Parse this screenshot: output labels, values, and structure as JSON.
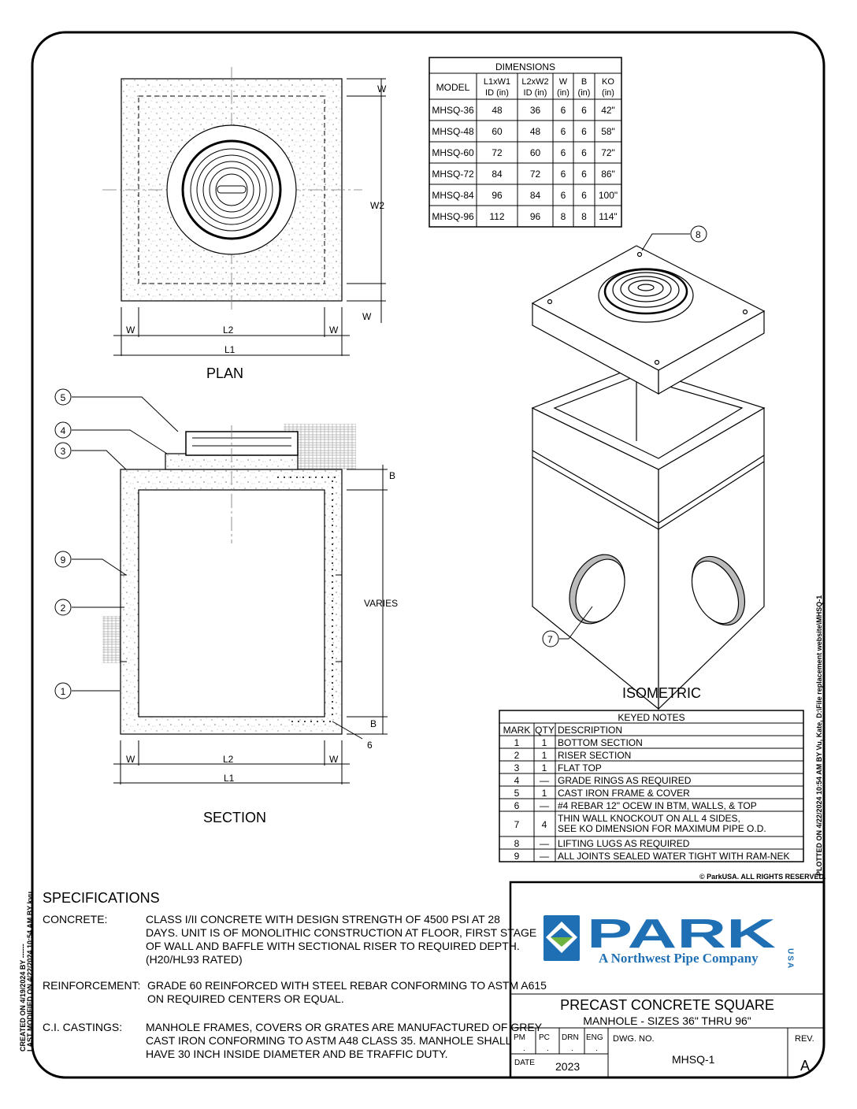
{
  "plan": {
    "title": "PLAN",
    "dim_w": "W",
    "dim_w2": "W2",
    "dim_l1": "L1",
    "dim_l2": "L2"
  },
  "section": {
    "title": "SECTION",
    "dim_b": "B",
    "dim_varies": "VARIES",
    "dim_w": "W",
    "dim_l1": "L1",
    "dim_l2": "L2",
    "callouts": [
      "5",
      "4",
      "3",
      "9",
      "2",
      "1",
      "6"
    ]
  },
  "isometric": {
    "title": "ISOMETRIC",
    "callouts": [
      "8",
      "7"
    ]
  },
  "dimensions": {
    "title": "DIMENSIONS",
    "headers": [
      [
        "MODEL",
        ""
      ],
      [
        "L1xW1",
        "ID (in)"
      ],
      [
        "L2xW2",
        "ID (in)"
      ],
      [
        "W",
        "(in)"
      ],
      [
        "B",
        "(in)"
      ],
      [
        "KO",
        "(in)"
      ]
    ],
    "rows": [
      [
        "MHSQ-36",
        "48",
        "36",
        "6",
        "6",
        "42\""
      ],
      [
        "MHSQ-48",
        "60",
        "48",
        "6",
        "6",
        "58\""
      ],
      [
        "MHSQ-60",
        "72",
        "60",
        "6",
        "6",
        "72\""
      ],
      [
        "MHSQ-72",
        "84",
        "72",
        "6",
        "6",
        "86\""
      ],
      [
        "MHSQ-84",
        "96",
        "84",
        "6",
        "6",
        "100\""
      ],
      [
        "MHSQ-96",
        "112",
        "96",
        "8",
        "8",
        "114\""
      ]
    ]
  },
  "keyed_notes": {
    "title": "KEYED NOTES",
    "headers": [
      "MARK",
      "QTY",
      "DESCRIPTION"
    ],
    "rows": [
      [
        "1",
        "1",
        "BOTTOM SECTION"
      ],
      [
        "2",
        "1",
        "RISER SECTION"
      ],
      [
        "3",
        "1",
        "FLAT TOP"
      ],
      [
        "4",
        "—",
        "GRADE RINGS AS REQUIRED"
      ],
      [
        "5",
        "1",
        "CAST IRON FRAME & COVER"
      ],
      [
        "6",
        "—",
        "#4 REBAR 12\" OCEW IN BTM, WALLS, & TOP"
      ],
      [
        "7",
        "4",
        "THIN WALL KNOCKOUT ON ALL 4 SIDES,|SEE KO DIMENSION FOR MAXIMUM PIPE O.D."
      ],
      [
        "8",
        "—",
        "LIFTING LUGS AS REQUIRED"
      ],
      [
        "9",
        "—",
        "ALL JOINTS SEALED WATER TIGHT WITH RAM-NEK"
      ]
    ],
    "copyright": "© ParkUSA. ALL RIGHTS RESERVED."
  },
  "specifications": {
    "title": "SPECIFICATIONS",
    "items": [
      {
        "label": "CONCRETE:",
        "lines": [
          "CLASS I/II CONCRETE WITH DESIGN STRENGTH OF 4500 PSI AT 28",
          "DAYS. UNIT IS OF MONOLITHIC  CONSTRUCTION AT FLOOR, FIRST STAGE",
          "OF WALL AND BAFFLE WITH SECTIONAL RISER TO REQUIRED DEPTH.",
          "(H20/HL93 RATED)"
        ]
      },
      {
        "label": "REINFORCEMENT:",
        "lines": [
          "GRADE 60 REINFORCED WITH STEEL REBAR CONFORMING TO ASTM A615",
          "ON REQUIRED CENTERS OR EQUAL."
        ]
      },
      {
        "label": "C.I. CASTINGS:",
        "lines": [
          "MANHOLE FRAMES, COVERS OR GRATES ARE MANUFACTURED OF GREY",
          "CAST IRON CONFORMING TO ASTM A48 CLASS 35.  MANHOLE SHALL",
          "HAVE 30 INCH INSIDE DIAMETER AND BE TRAFFIC DUTY."
        ]
      }
    ]
  },
  "title_block": {
    "logo_text": "PARK",
    "logo_usa": "USA",
    "logo_tagline": "A Northwest Pipe Company",
    "title_line1": "PRECAST CONCRETE SQUARE",
    "title_line2": "MANHOLE - SIZES 36\" THRU 96\"",
    "pm": "PM",
    "pc": "PC",
    "drn": "DRN",
    "eng": "ENG",
    "dot": ".",
    "date_label": "DATE",
    "date": "2023",
    "dwg_label": "DWG. NO.",
    "dwg_no": "MHSQ-1",
    "rev_label": "REV.",
    "rev": "A",
    "colors": {
      "blue": "#1f6fb5",
      "green": "#6cb33f"
    }
  },
  "margin_notes": {
    "created": "CREATED ON 4/19/2024 BY ------",
    "modified": "LAST MODIFIED ON 4/22/2024 10:54 AM BY kvu",
    "plotted": "PLOTTED ON 4/22/2024 10:54 AM BY Vu, Kate, D:\\File replacement website\\MHSQ-1"
  }
}
